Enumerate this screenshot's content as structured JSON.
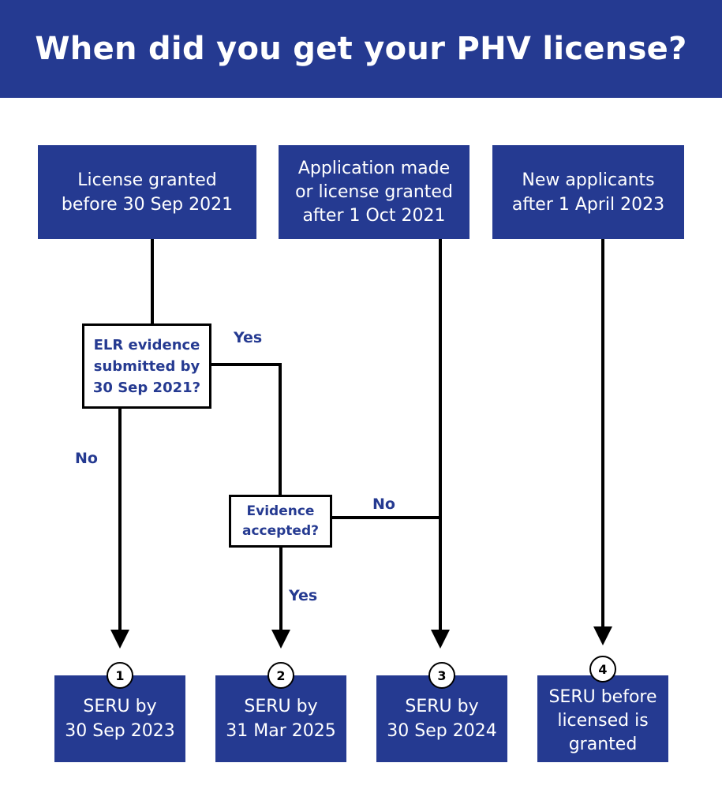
{
  "title": "When did you get your PHV license?",
  "colors": {
    "primary": "#253a91",
    "line": "#000000",
    "background": "#ffffff"
  },
  "starts": [
    {
      "text": "License granted\nbefore 30 Sep 2021"
    },
    {
      "text": "Application made\nor license granted\nafter 1 Oct 2021"
    },
    {
      "text": "New applicants\nafter 1 April 2023"
    }
  ],
  "questions": [
    {
      "text": "ELR evidence\nsubmitted by\n30 Sep 2021?"
    },
    {
      "text": "Evidence\naccepted?"
    }
  ],
  "edge_labels": {
    "q1_yes": "Yes",
    "q1_no": "No",
    "q2_no": "No",
    "q2_yes": "Yes"
  },
  "outcomes": [
    {
      "number": "1",
      "text": "SERU by\n30 Sep 2023"
    },
    {
      "number": "2",
      "text": "SERU by\n31 Mar 2025"
    },
    {
      "number": "3",
      "text": "SERU by\n30 Sep 2024"
    },
    {
      "number": "4",
      "text": "SERU before\nlicensed is\ngranted"
    }
  ]
}
